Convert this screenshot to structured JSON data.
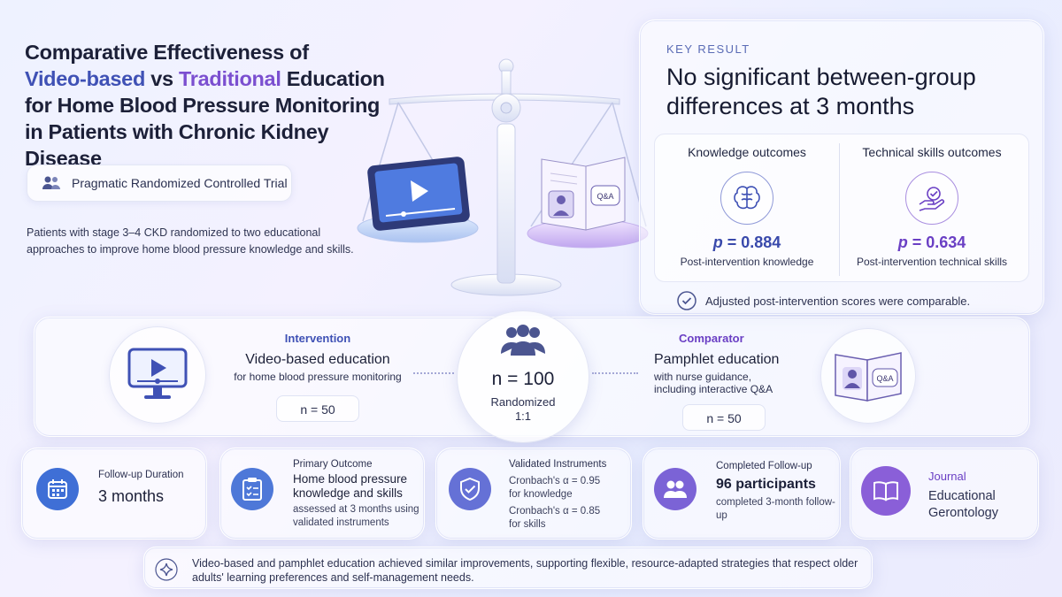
{
  "title": {
    "line1": "Comparative Effectiveness of",
    "video_word": "Video-based",
    "vs_word": "vs",
    "trad_word": "Traditional",
    "education_word": "Education",
    "line3": "for Home Blood Pressure Monitoring",
    "line4": "in Patients with Chronic Kidney Disease"
  },
  "design_label": "Pragmatic Randomized Controlled Trial",
  "description": "Patients with stage 3–4 CKD randomized to two educational approaches to improve home blood pressure knowledge and skills.",
  "key_result": {
    "label": "KEY RESULT",
    "headline": "No significant between-group differences at 3 months",
    "knowledge": {
      "label": "Knowledge outcomes",
      "p_symbol": "p",
      "p_value": "= 0.884",
      "sub": "Post-intervention knowledge"
    },
    "skills": {
      "label": "Technical skills outcomes",
      "p_symbol": "p",
      "p_value": "= 0.634",
      "sub": "Post-intervention technical skills"
    },
    "adjusted": "Adjusted post-intervention scores were comparable."
  },
  "scale_labels": {
    "qa": "Q&A"
  },
  "intervention": {
    "tag": "Intervention",
    "title": "Video-based education",
    "sub": "for home blood pressure monitoring",
    "n": "n = 50"
  },
  "randomized": {
    "n": "n = 100",
    "label1": "Randomized",
    "label2": "1:1"
  },
  "comparator": {
    "tag": "Comparator",
    "title": "Pamphlet education",
    "sub1": "with nurse guidance,",
    "sub2": "including interactive Q&A",
    "n": "n = 50",
    "qa": "Q&A"
  },
  "cards": {
    "followup": {
      "label": "Follow-up Duration",
      "value": "3 months"
    },
    "primary": {
      "label": "Primary Outcome",
      "value": "Home blood pressure knowledge and skills",
      "sub": "assessed at 3 months using validated instruments"
    },
    "instruments": {
      "label": "Validated Instruments",
      "line1": "Cronbach's α = 0.95",
      "line2": "for knowledge",
      "line3": "Cronbach's α = 0.85",
      "line4": "for skills"
    },
    "completed": {
      "label": "Completed Follow-up",
      "value": "96 participants",
      "sub": "completed 3-month follow-up"
    },
    "journal": {
      "label": "Journal",
      "value": "Educational Gerontology"
    }
  },
  "footer": "Video-based and pamphlet education achieved similar improvements, supporting flexible, resource-adapted strategies that respect older adults' learning preferences and self-management needs.",
  "colors": {
    "blue": "#3f51b5",
    "purple": "#7b4fd0",
    "blue_p": "#3949ab",
    "purple_p": "#6a3fc4"
  },
  "icons": [
    "people-icon",
    "brain-icon",
    "hand-check-icon",
    "check-circle-icon",
    "monitor-play-icon",
    "tablet-play-icon",
    "book-qa-icon",
    "people-group-icon",
    "calendar-icon",
    "clipboard-icon",
    "shield-check-icon",
    "participants-icon",
    "book-icon",
    "sparkle-icon"
  ]
}
